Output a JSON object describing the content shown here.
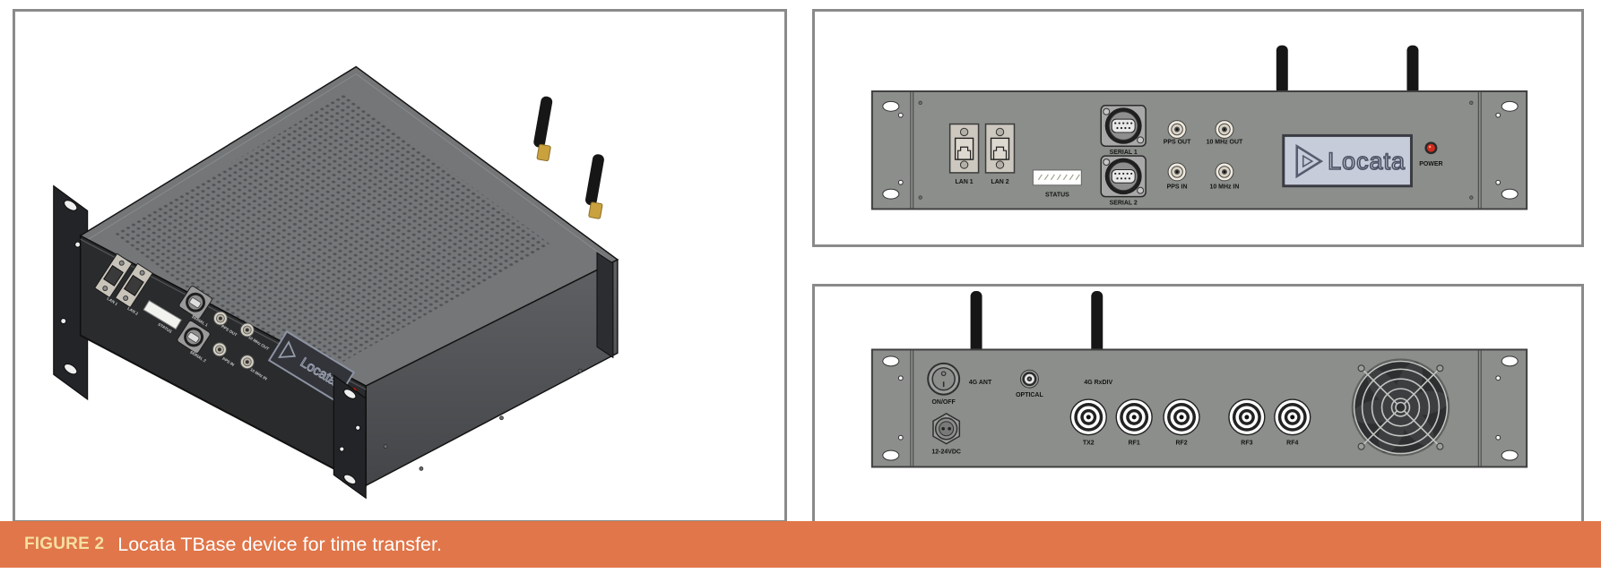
{
  "figure": {
    "tag": "FIGURE 2",
    "caption": "Locata TBase device for time transfer."
  },
  "logo": {
    "text": "Locata"
  },
  "front_view": {
    "lan1": "LAN 1",
    "lan2": "LAN 2",
    "status": "STATUS",
    "serial1": "SERIAL 1",
    "serial2": "SERIAL 2",
    "pps_out": "PPS OUT",
    "mhz_out": "10 MHz OUT",
    "pps_in": "PPS IN",
    "mhz_in": "10 MHz IN",
    "power": "POWER"
  },
  "rear_view": {
    "on_off": "ON/OFF",
    "ant": "4G ANT",
    "optical": "OPTICAL",
    "rxdiv": "4G RxDIV",
    "tx2": "TX2",
    "rf1": "RF1",
    "rf2": "RF2",
    "rf3": "RF3",
    "rf4": "RF4",
    "dc": "12-24VDC"
  },
  "colors": {
    "caption_bg": "#e0764a",
    "caption_tag": "#f6dfa2",
    "caption_text": "#ffffff",
    "panel_border": "#8a8a8a",
    "device_gray": "#8b8e8b",
    "iso_front": "#2a2b2d",
    "iso_top": "#747678",
    "iso_side": "#55575a",
    "antenna": "#161616",
    "gold": "#c9a23f",
    "led": "#d22c1e",
    "logo_plate": "#c7ccda"
  }
}
